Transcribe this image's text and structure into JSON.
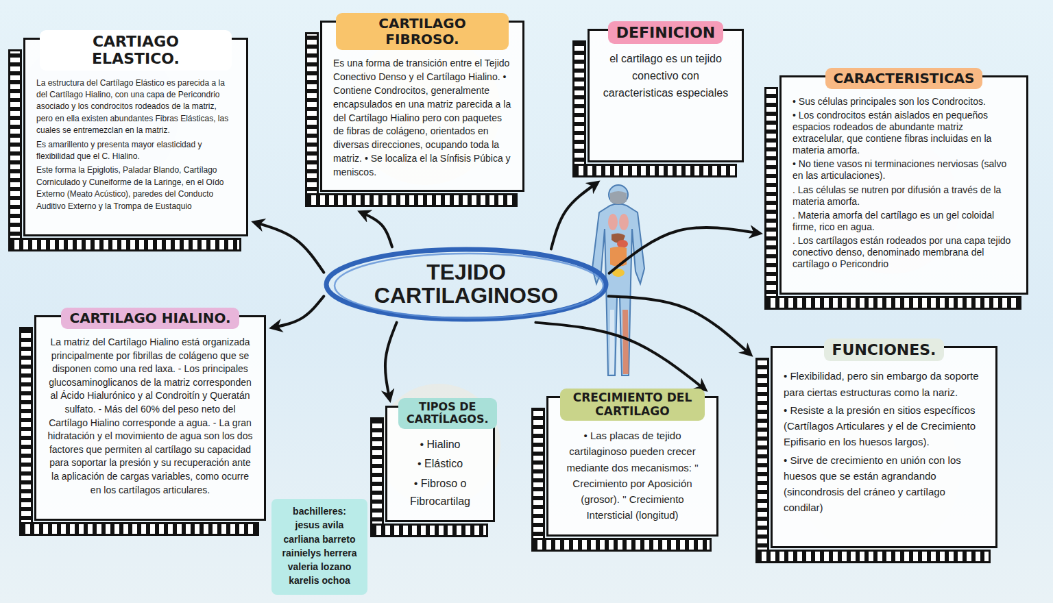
{
  "diagram": {
    "nodes": [
      {
        "text": [
          "TEJIDO CARTILAGINOSO"
        ]
      },
      {
        "text": [
          "CARTIAGO ELASTICO.",
          "La estructura del Cartílago Elástico es parecida a la del Cartílago Hialino, con una capa de Pericondrio asociado y los condrocitos rodeados de la matriz, pero en ella existen abundantes Fibras Elásticas, las cuales se entremezclan en la matriz.",
          "Es amarillento y presenta mayor elasticidad y flexibilidad que el C. Hialino.",
          "Este forma la Epiglotis, Paladar Blando, Cartílago Corniculado y Cuneiforme de la Laringe, en el Oído Externo (Meato Acústico), paredes del Conducto Auditivo Externo y la Trompa de Eustaquio"
        ]
      },
      {
        "text": [
          "CARTILAGO FIBROSO.",
          "Es una forma de transición entre el Tejido Conectivo Denso y el Cartílago Hialino. • Contiene Condrocitos, generalmente encapsulados en una matriz parecida a la del Cartílago Hialino pero con paquetes de fibras de colágeno, orientados en diversas direcciones, ocupando toda la matriz. • Se localiza el la Sínfisis Púbica y meniscos."
        ]
      },
      {
        "text": [
          "DEFINICION",
          "el cartilago es un tejido conectivo con caracteristicas especiales"
        ]
      },
      {
        "text": [
          "CARACTERISTICAS",
          "• Sus células principales son los Condrocitos.",
          "• Los condrocitos están aislados en pequeños espacios rodeados de abundante matriz extracelular, que contiene fibras incluidas en la materia amorfa.",
          "• No tiene vasos ni terminaciones nerviosas (salvo en las articulaciones).",
          ". Las células se nutren por difusión a través de la materia amorfa.",
          ". Materia amorfa del cartílago es un gel coloidal firme, rico en agua.",
          ". Los cartílagos están rodeados por una capa tejido conectivo denso, denominado membrana del cartílago o Pericondrio"
        ]
      },
      {
        "text": [
          "CARTILAGO HIALINO.",
          "La matriz del Cartílago Hialino está organizada principalmente por fibrillas de colágeno que se disponen como una red laxa. - Los principales glucosaminoglicanos de la matriz corresponden al Ácido Hialurónico y al Condroitín y Queratán sulfato. - Más del 60% del peso neto del Cartílago Hialino corresponde a agua. - La gran hidratación y el movimiento de agua son los dos factores que permiten al cartílago su capacidad para soportar la presión y su recuperación ante la aplicación de cargas variables, como ocurre en los cartílagos articulares."
        ]
      },
      {
        "text": [
          "TIPOS DE CARTÍLAGOS.",
          "• Hialino",
          "• Elástico",
          "• Fibroso o Fibrocartilag"
        ]
      },
      {
        "text": [
          "CRECIMIENTO DEL CARTILAGO",
          "• Las placas de tejido cartilaginoso pueden crecer mediante dos mecanismos: \" Crecimiento por Aposición (grosor). \" Crecimiento Intersticial (longitud)"
        ]
      },
      {
        "text": [
          "FUNCIONES.",
          "• Flexibilidad, pero sin embargo da soporte para ciertas estructuras como la nariz.",
          "• Resiste a la presión en sitios específicos (Cartílagos Articulares y el de Crecimiento Epifisario en los huesos largos).",
          "• Sirve de crecimiento en unión con los huesos que se están agrandando (sincondrosis del cráneo y cartílago condilar)"
        ]
      },
      {
        "text": [
          "bachilleres:",
          "jesus avila",
          "carliana barreto",
          "rainielys herrera",
          "valeria lozano",
          "karelis ochoa"
        ]
      }
    ],
    "edges": [
      {
        "from": 0,
        "to": 1,
        "arrow": "to"
      },
      {
        "from": 0,
        "to": 2,
        "arrow": "to"
      },
      {
        "from": 0,
        "to": 3,
        "arrow": "to"
      },
      {
        "from": 0,
        "to": 4,
        "arrow": "to"
      },
      {
        "from": 0,
        "to": 5,
        "arrow": "to"
      },
      {
        "from": 0,
        "to": 6,
        "arrow": "to"
      },
      {
        "from": 0,
        "to": 7,
        "arrow": "to"
      },
      {
        "from": 0,
        "to": 8,
        "arrow": "to"
      }
    ]
  }
}
